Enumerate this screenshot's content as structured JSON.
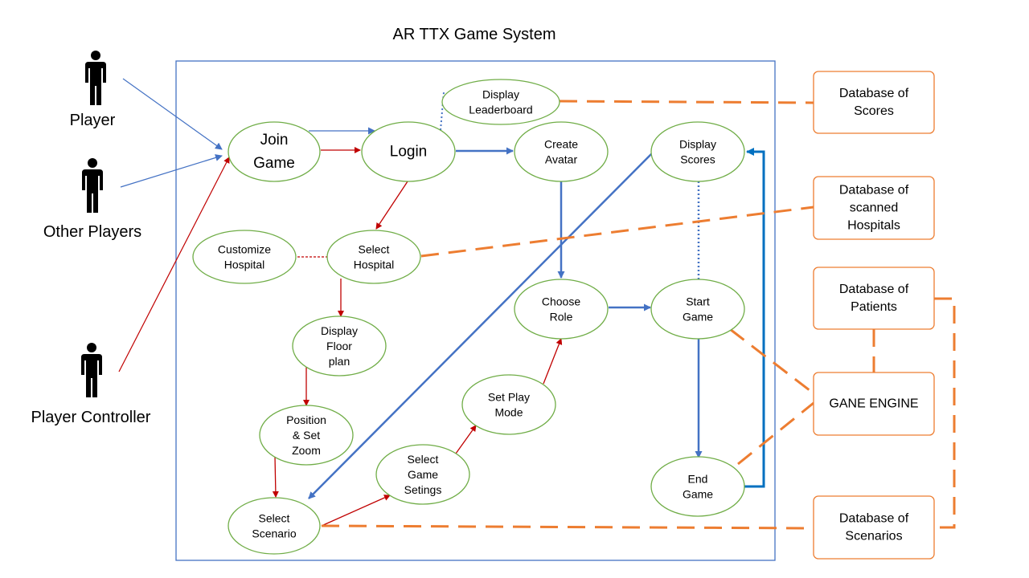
{
  "title": "AR TTX Game System",
  "actors": [
    {
      "key": "player",
      "label": "Player"
    },
    {
      "key": "others",
      "label": "Other Players"
    },
    {
      "key": "controller",
      "label": "Player Controller"
    }
  ],
  "use_cases": {
    "join": [
      "Join",
      "Game"
    ],
    "login": [
      "Login"
    ],
    "leaderboard": [
      "Display",
      "Leaderboard"
    ],
    "avatar": [
      "Create",
      "Avatar"
    ],
    "scores": [
      "Display",
      "Scores"
    ],
    "customize": [
      "Customize",
      "Hospital"
    ],
    "select_hospital": [
      "Select",
      "Hospital"
    ],
    "floor": [
      "Display",
      "Floor",
      "plan"
    ],
    "position": [
      "Position",
      "& Set",
      "Zoom"
    ],
    "scenario": [
      "Select",
      "Scenario"
    ],
    "settings": [
      "Select",
      "Game",
      "Setings"
    ],
    "playmode": [
      "Set Play",
      "Mode"
    ],
    "role": [
      "Choose",
      "Role"
    ],
    "start": [
      "Start",
      "Game"
    ],
    "end": [
      "End",
      "Game"
    ]
  },
  "databases": {
    "db_scores": [
      "Database of",
      "Scores"
    ],
    "db_hospitals": [
      "Database of",
      "scanned",
      "Hospitals"
    ],
    "db_patients": [
      "Database of",
      "Patients"
    ],
    "engine": [
      "GANE ENGINE"
    ],
    "db_scenarios": [
      "Database of",
      "Scenarios"
    ]
  },
  "colors": {
    "system_border": "#4472c4",
    "ellipse_stroke": "#70ad47",
    "red_arrow": "#c00000",
    "blue_arrow": "#4472c4",
    "dark_blue_arrow": "#0070c0",
    "db_border": "#ed7d31",
    "dashed_orange": "#ed7d31"
  }
}
